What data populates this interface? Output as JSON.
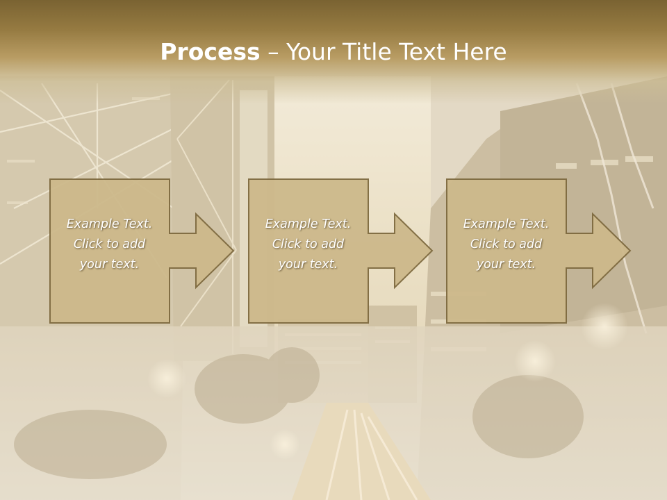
{
  "slide": {
    "title_strong": "Process",
    "title_separator": " – ",
    "title_rest": "Your Title Text Here"
  },
  "steps": [
    {
      "line1": "Example Text.",
      "line2": "Click  to add",
      "line3": "your text."
    },
    {
      "line1": "Example Text.",
      "line2": "Click  to add",
      "line3": "your text."
    },
    {
      "line1": "Example Text.",
      "line2": "Click  to add",
      "line3": "your text."
    }
  ],
  "colors": {
    "box_fill": "#cdb98b",
    "box_stroke": "#7e6a3f",
    "title_band": "#957a41",
    "title_text": "#ffffff",
    "body_text": "#ffffff"
  },
  "icons": {
    "background": "city-street-photo",
    "step_arrow": "right-arrow-icon"
  }
}
